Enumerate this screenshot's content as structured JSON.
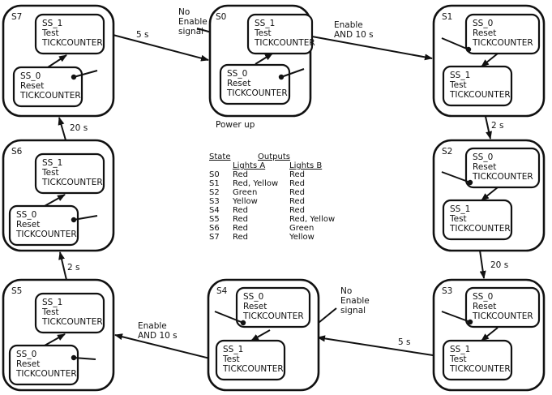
{
  "diagram": {
    "type": "state-machine",
    "subject": "Traffic lights controller",
    "states": [
      {
        "id": "S0",
        "label": "S0",
        "note": "Power up",
        "substates": [
          {
            "id": "SS_1",
            "action": "Test",
            "target": "TICKCOUNTER"
          },
          {
            "id": "SS_0",
            "action": "Reset",
            "target": "TICKCOUNTER"
          }
        ]
      },
      {
        "id": "S1",
        "label": "S1",
        "substates": [
          {
            "id": "SS_0",
            "action": "Reset",
            "target": "TICKCOUNTER"
          },
          {
            "id": "SS_1",
            "action": "Test",
            "target": "TICKCOUNTER"
          }
        ]
      },
      {
        "id": "S2",
        "label": "S2",
        "substates": [
          {
            "id": "SS_0",
            "action": "Reset",
            "target": "TICKCOUNTER"
          },
          {
            "id": "SS_1",
            "action": "Test",
            "target": "TICKCOUNTER"
          }
        ]
      },
      {
        "id": "S3",
        "label": "S3",
        "substates": [
          {
            "id": "SS_0",
            "action": "Reset",
            "target": "TICKCOUNTER"
          },
          {
            "id": "SS_1",
            "action": "Test",
            "target": "TICKCOUNTER"
          }
        ]
      },
      {
        "id": "S4",
        "label": "S4",
        "substates": [
          {
            "id": "SS_0",
            "action": "Reset",
            "target": "TICKCOUNTER"
          },
          {
            "id": "SS_1",
            "action": "Test",
            "target": "TICKCOUNTER"
          }
        ]
      },
      {
        "id": "S5",
        "label": "S5",
        "substates": [
          {
            "id": "SS_1",
            "action": "Test",
            "target": "TICKCOUNTER"
          },
          {
            "id": "SS_0",
            "action": "Reset",
            "target": "TICKCOUNTER"
          }
        ]
      },
      {
        "id": "S6",
        "label": "S6",
        "substates": [
          {
            "id": "SS_1",
            "action": "Test",
            "target": "TICKCOUNTER"
          },
          {
            "id": "SS_0",
            "action": "Reset",
            "target": "TICKCOUNTER"
          }
        ]
      },
      {
        "id": "S7",
        "label": "S7",
        "substates": [
          {
            "id": "SS_1",
            "action": "Test",
            "target": "TICKCOUNTER"
          },
          {
            "id": "SS_0",
            "action": "Reset",
            "target": "TICKCOUNTER"
          }
        ]
      }
    ],
    "transitions": [
      {
        "from": "S0",
        "to": "S1",
        "label": [
          "Enable",
          "AND 10 s"
        ]
      },
      {
        "from": "S0",
        "to": "S0",
        "label": [
          "No",
          "Enable",
          "signal"
        ]
      },
      {
        "from": "S1",
        "to": "S2",
        "label": [
          "2 s"
        ]
      },
      {
        "from": "S2",
        "to": "S3",
        "label": [
          "20 s"
        ]
      },
      {
        "from": "S3",
        "to": "S4",
        "label": [
          "5 s"
        ]
      },
      {
        "from": "S4",
        "to": "S4",
        "label": [
          "No",
          "Enable",
          "signal"
        ]
      },
      {
        "from": "S4",
        "to": "S5",
        "label": [
          "Enable",
          "AND 10 s"
        ]
      },
      {
        "from": "S5",
        "to": "S6",
        "label": [
          "2 s"
        ]
      },
      {
        "from": "S6",
        "to": "S7",
        "label": [
          "20 s"
        ]
      },
      {
        "from": "S7",
        "to": "S0",
        "label": [
          "5 s"
        ]
      }
    ],
    "outputs_table": {
      "header_state": "State",
      "header_outputs": "Outputs",
      "col_a": "Lights A",
      "col_b": "Lights B",
      "rows": [
        [
          "S0",
          "Red",
          "Red"
        ],
        [
          "S1",
          "Red, Yellow",
          "Red"
        ],
        [
          "S2",
          "Green",
          "Red"
        ],
        [
          "S3",
          "Yellow",
          "Red"
        ],
        [
          "S4",
          "Red",
          "Red"
        ],
        [
          "S5",
          "Red",
          "Red, Yellow"
        ],
        [
          "S6",
          "Red",
          "Green"
        ],
        [
          "S7",
          "Red",
          "Yellow"
        ]
      ]
    }
  }
}
